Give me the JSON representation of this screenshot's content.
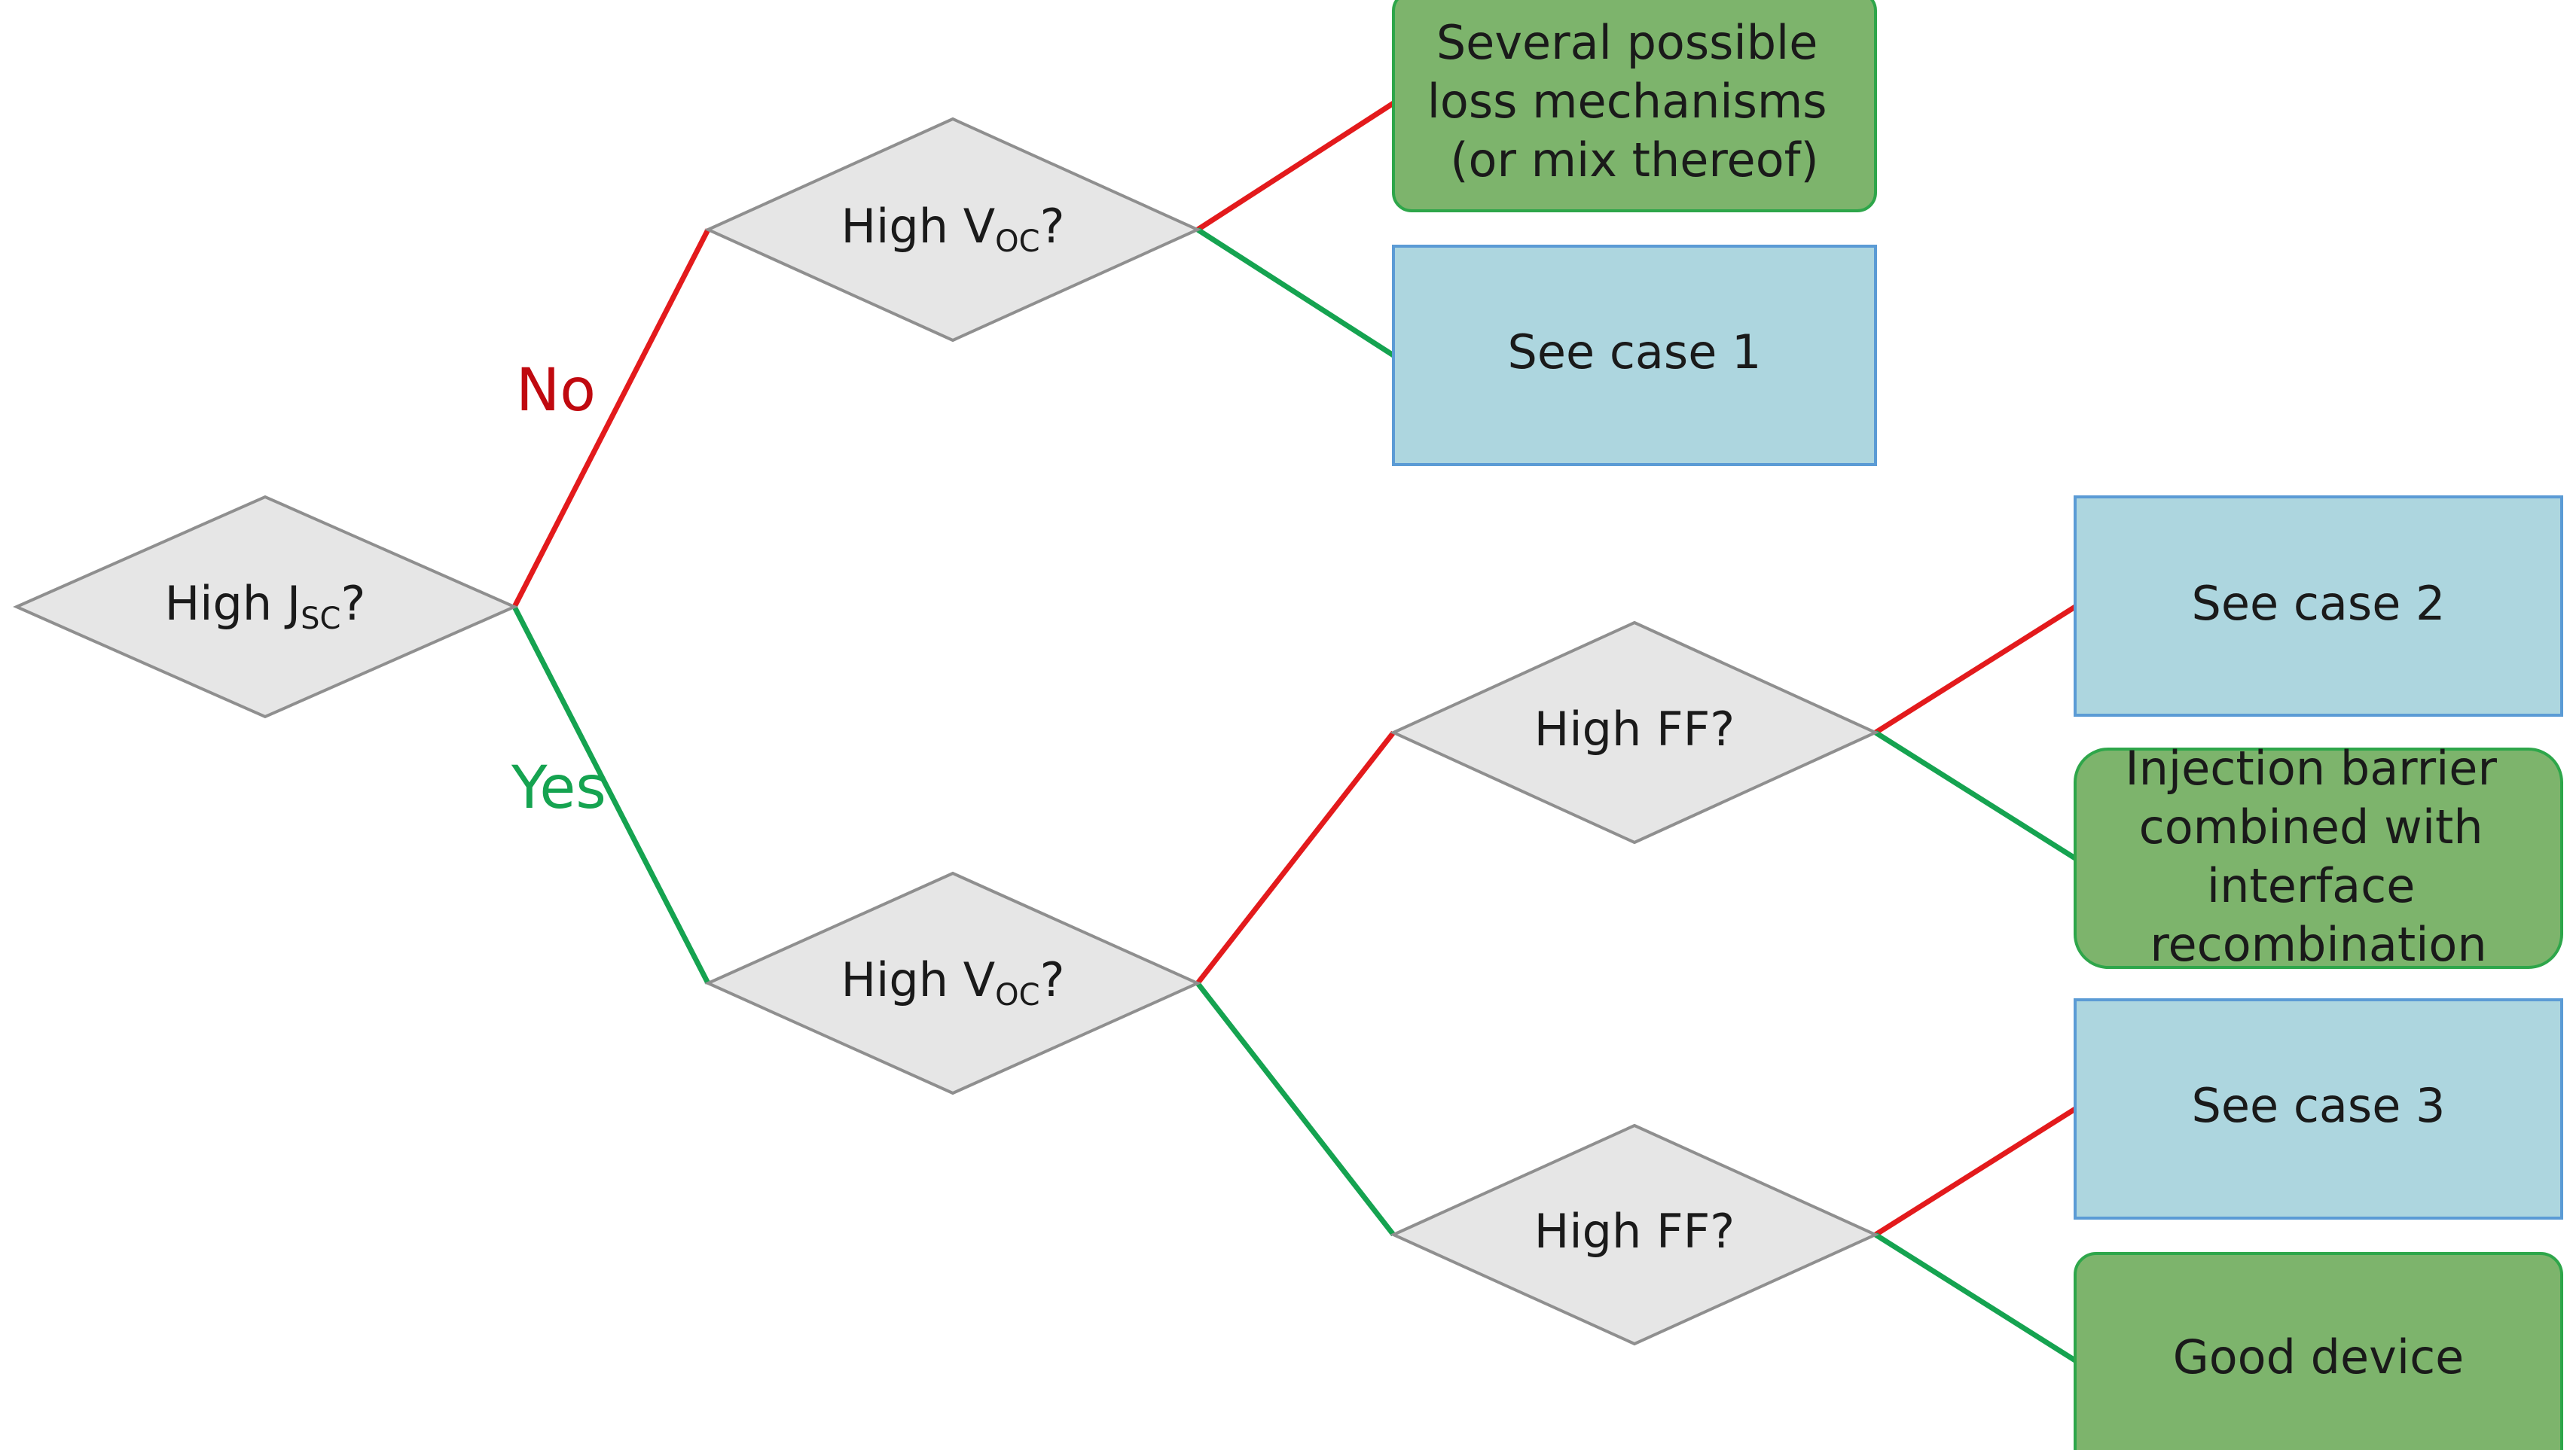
{
  "colors": {
    "no_edge": "#e31a1c",
    "yes_edge": "#15a350",
    "no_label": "#c0090f",
    "yes_label": "#15a350",
    "decision_fill": "#e6e6e6",
    "case_box_fill": "#add6df",
    "outcome_box_fill": "#7db46c"
  },
  "labels": {
    "no": "No",
    "yes": "Yes"
  },
  "decisions": {
    "jsc": {
      "text": "High J",
      "sub": "SC",
      "suffix": "?"
    },
    "voc_top": {
      "text": "High V",
      "sub": "OC",
      "suffix": "?"
    },
    "voc_bottom": {
      "text": "High V",
      "sub": "OC",
      "suffix": "?"
    },
    "ff_mid": {
      "text": "High FF?"
    },
    "ff_bottom": {
      "text": "High FF?"
    }
  },
  "outcomes": {
    "several": {
      "lines": [
        "Several possible",
        "loss mechanisms",
        "(or mix thereof)"
      ]
    },
    "case1": {
      "lines": [
        "See case 1"
      ]
    },
    "case2": {
      "lines": [
        "See case 2"
      ]
    },
    "injection": {
      "lines": [
        "Injection barrier",
        "combined with",
        "interface",
        "recombination"
      ]
    },
    "case3": {
      "lines": [
        "See case 3"
      ]
    },
    "good": {
      "lines": [
        "Good device"
      ]
    }
  }
}
